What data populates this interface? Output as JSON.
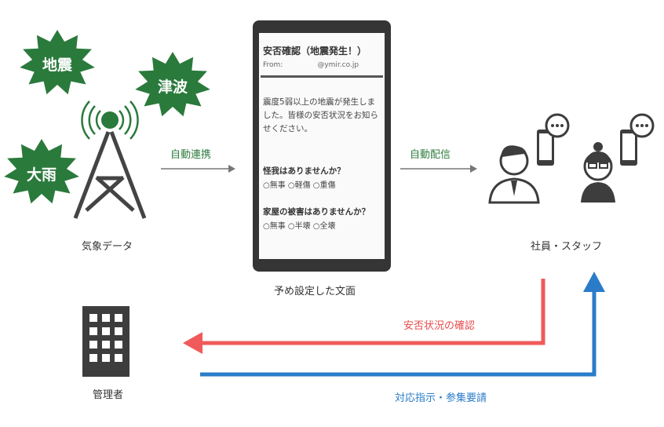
{
  "hazards": [
    "地震",
    "津波",
    "大雨"
  ],
  "weather_label": "気象データ",
  "auto_link_label": "自動連携",
  "auto_delivery_label": "自動配信",
  "template_label": "予め設定した文面",
  "staff_label": "社員・スタッフ",
  "admin_label": "管理者",
  "confirm_label": "安否状況の確認",
  "instruction_label": "対応指示・参集要請",
  "email": {
    "subject": "安否確認（地震発生！）",
    "from_label": "From:",
    "from_address": "@ymir.co.jp",
    "body": "震度5弱以上の地震が発生しました。皆様の安否状況をお知らせください。",
    "q1": "怪我はありませんか？",
    "q1_options": "○無事 ○軽傷 ○重傷",
    "q2": "家屋の被害はありませんか？",
    "q2_options": "○無事 ○半壊 ○全壊"
  },
  "colors": {
    "green": "#2a7a3c",
    "red": "#f05a5a",
    "blue": "#2a7cc8",
    "dark": "#3d3d3d"
  }
}
